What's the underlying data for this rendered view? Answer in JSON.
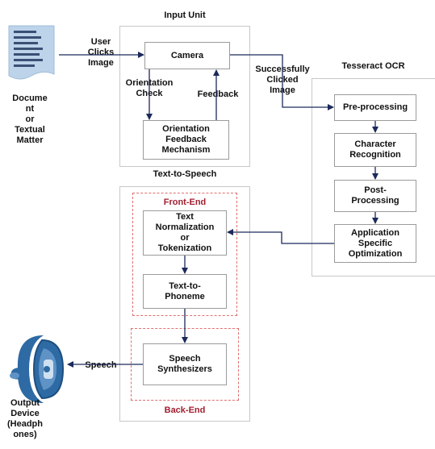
{
  "units": {
    "input": "Input Unit",
    "ocr": "Tesseract OCR",
    "tts": "Text-to-Speech",
    "front_end": "Front-End",
    "back_end": "Back-End"
  },
  "boxes": {
    "camera": "Camera",
    "orientation_feedback": "Orientation\nFeedback\nMechanism",
    "pre_processing": "Pre-processing",
    "character_recognition": "Character\nRecognition",
    "post_processing": "Post-\nProcessing",
    "app_optimization": "Application\nSpecific\nOptimization",
    "text_normalization": "Text\nNormalization\nor\nTokenization",
    "text_to_phoneme": "Text-to-\nPhoneme",
    "speech_synthesizers": "Speech\nSynthesizers"
  },
  "edges": {
    "user_clicks": "User\nClicks\nImage",
    "orientation_check": "Orientation\nCheck",
    "feedback": "Feedback",
    "successfully_clicked": "Successfully\nClicked\nImage",
    "speech": "Speech"
  },
  "endpoints": {
    "document": "Docume\nnt\nor\nTextual\nMatter",
    "output_device": "Output\nDevice\n(Headph\nones)"
  },
  "colors": {
    "arrow": "#1c2a5a",
    "dashed": "#e07070",
    "doc": "#bcd3ea",
    "headphones": "#2e6aa3"
  }
}
